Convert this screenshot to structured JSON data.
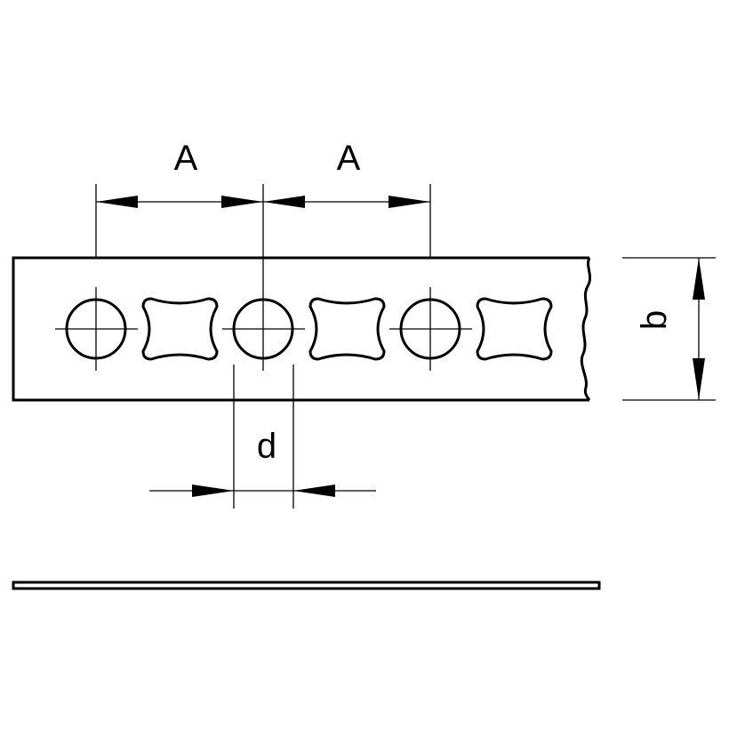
{
  "dimensions": {
    "pitch_left": "A",
    "pitch_right": "A",
    "hole_diameter": "d",
    "strip_width": "b"
  },
  "colors": {
    "line": "#000000",
    "background": "#ffffff"
  }
}
